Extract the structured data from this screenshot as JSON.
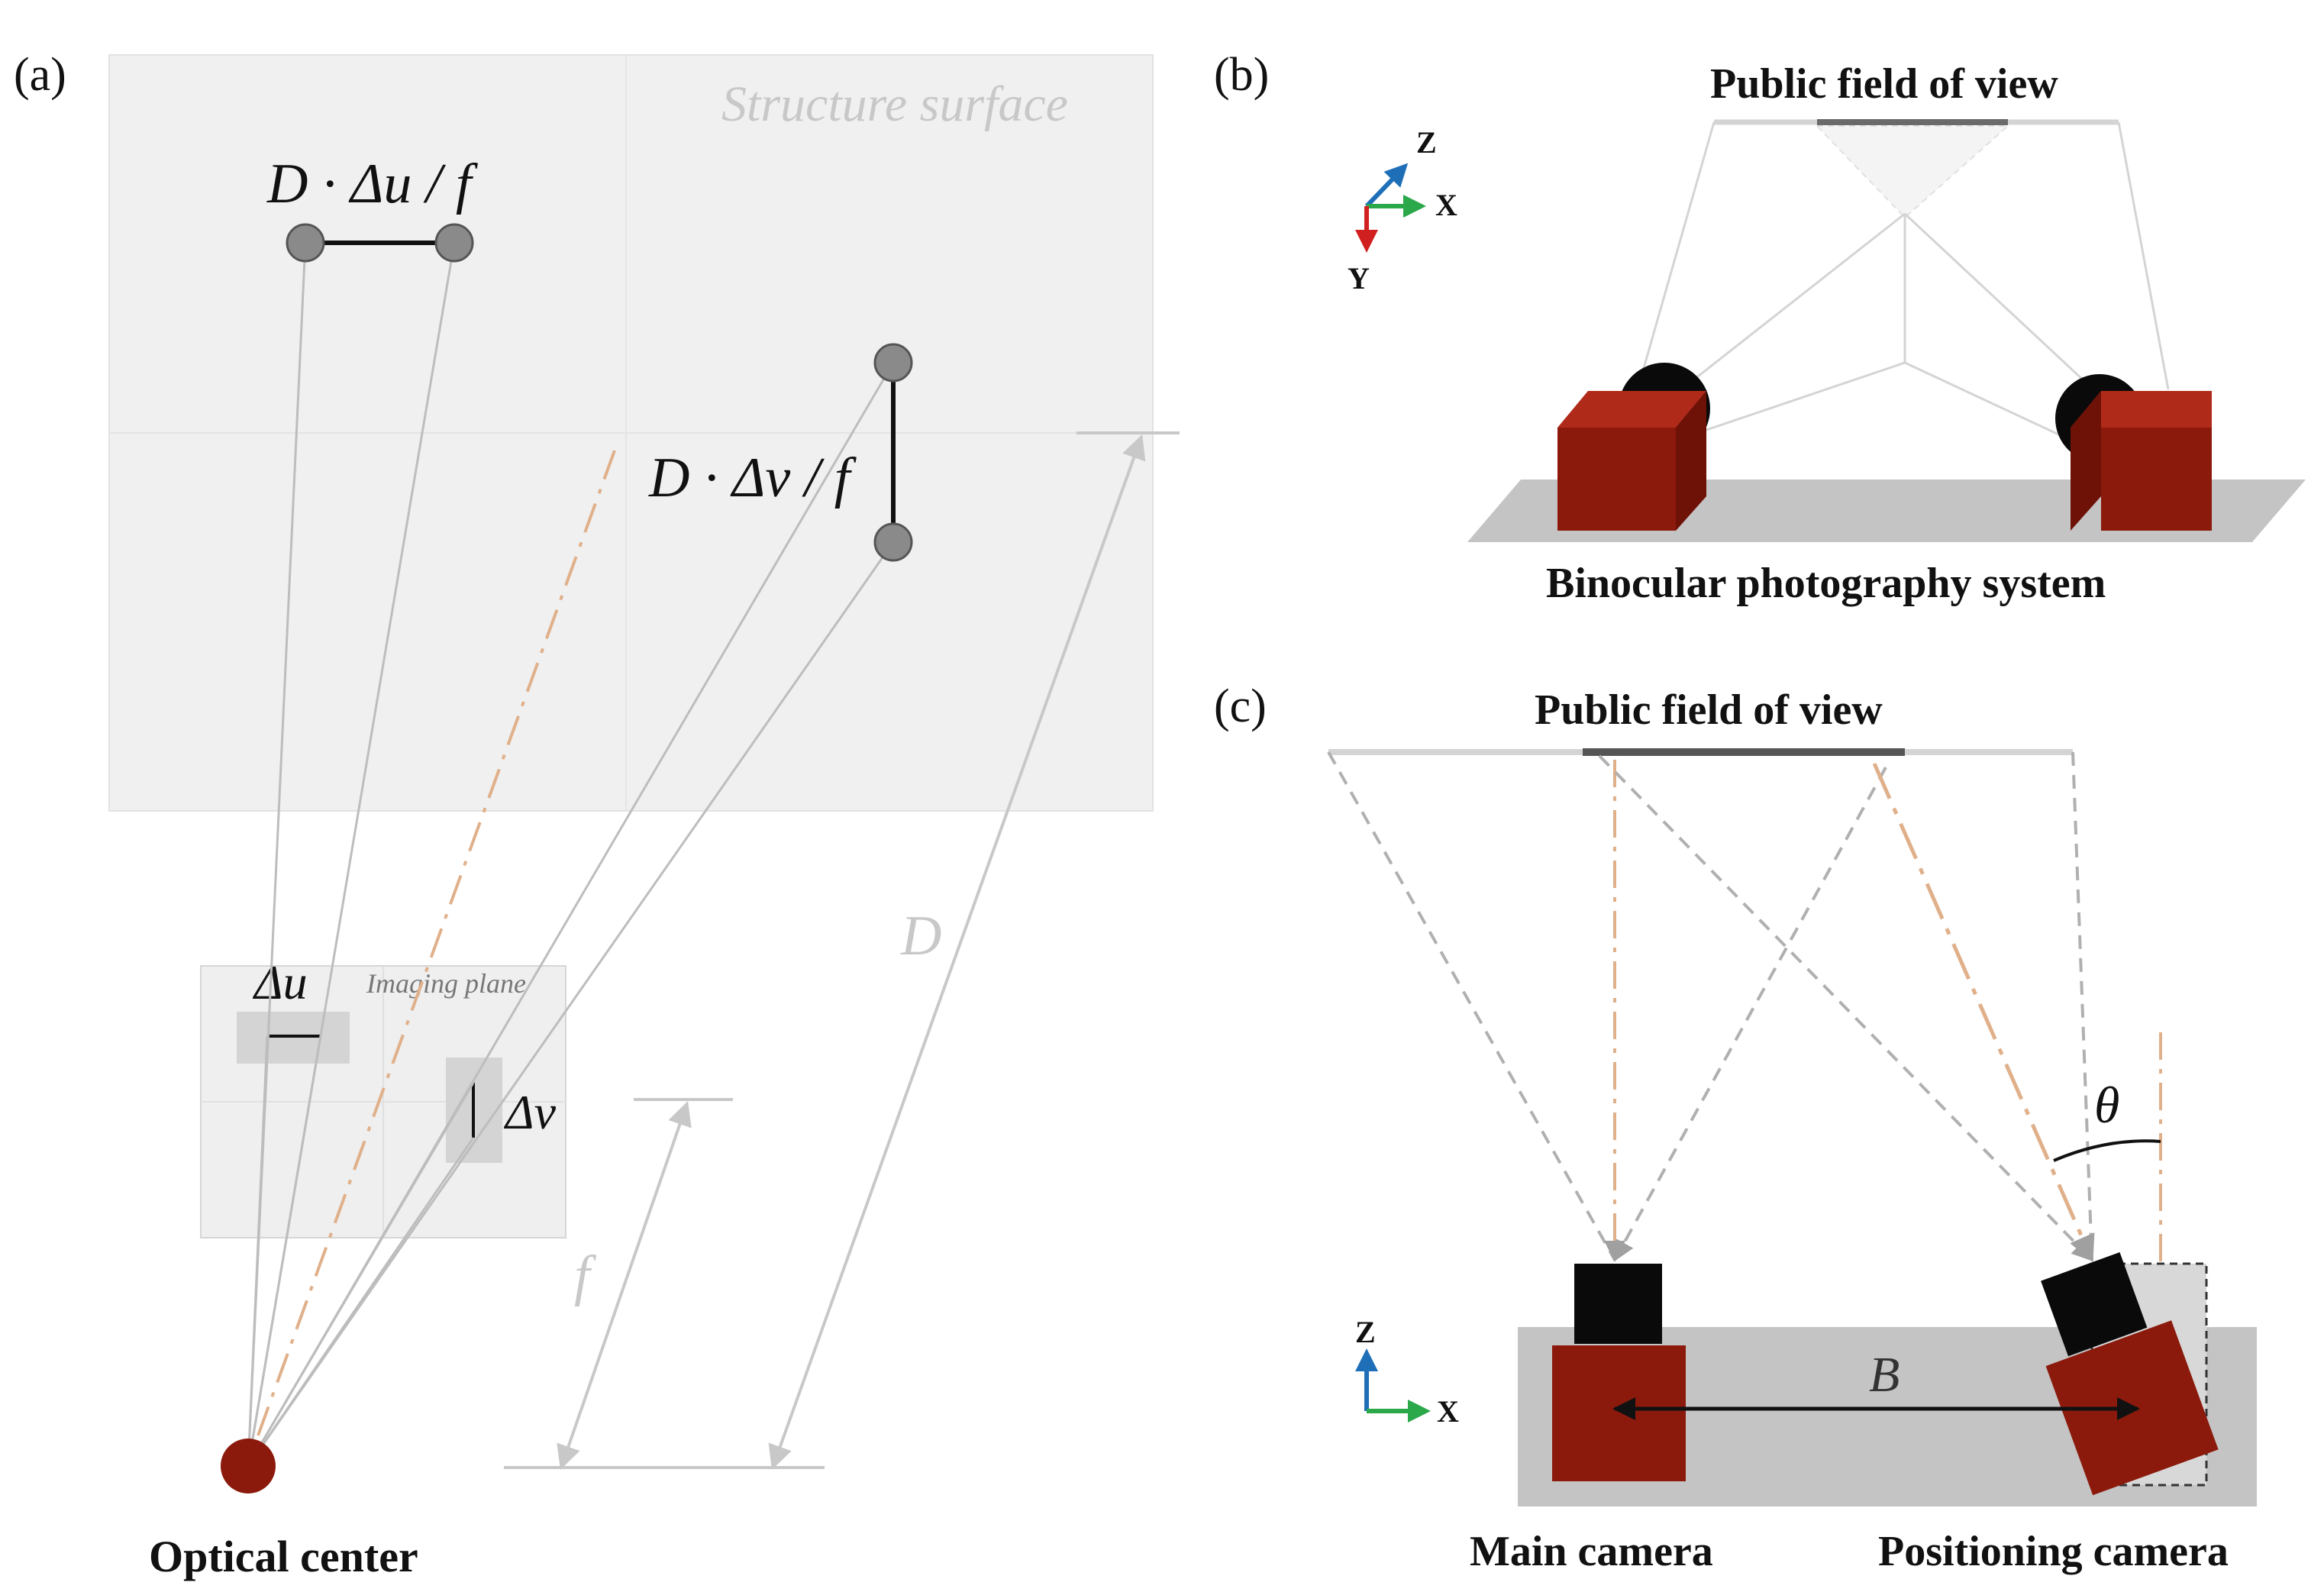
{
  "panel_a": {
    "label": "(a)",
    "surface_label": "Structure surface",
    "du_proj_label": "D · Δu / f",
    "dv_proj_label": "D · Δv / f",
    "imaging_plane_label": "Imaging plane",
    "du_label": "Δu",
    "dv_label": "Δv",
    "f_label": "f",
    "D_label": "D",
    "optical_center_label": "Optical center"
  },
  "panel_b": {
    "label": "(b)",
    "fov_label": "Public field of view",
    "system_label": "Binocular photography system",
    "axis_z": "Z",
    "axis_x": "X",
    "axis_y": "Y"
  },
  "panel_c": {
    "label": "(c)",
    "fov_label": "Public field of view",
    "theta_label": "θ",
    "B_label": "B",
    "axis_z": "Z",
    "axis_x": "X",
    "main_camera_label": "Main camera",
    "positioning_camera_label": "Positioning camera"
  },
  "colors": {
    "camera_red": "#8b1a0c",
    "optical_center": "#8b1a0c",
    "ray_orange": "#e0b08a",
    "axis_blue": "#1f6fb8",
    "axis_green": "#2aa84a",
    "axis_red": "#d12020"
  }
}
